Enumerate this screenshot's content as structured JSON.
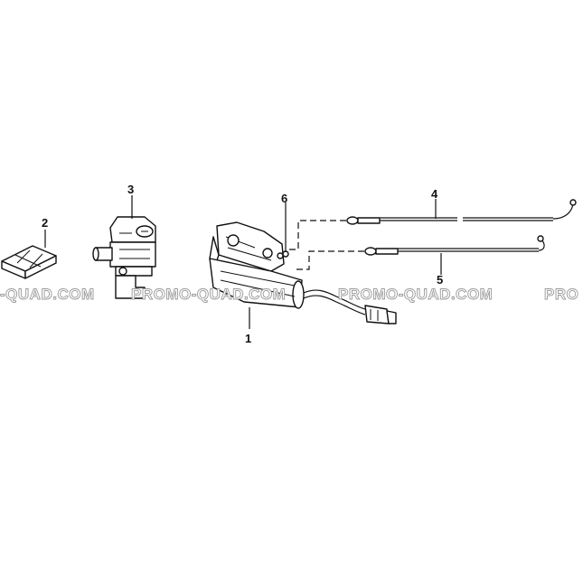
{
  "callouts": {
    "c1": "1",
    "c2": "2",
    "c3": "3",
    "c4": "4",
    "c5": "5",
    "c6": "6"
  },
  "watermark": {
    "w1": "-QUAD.COM",
    "w2": "PROMO-QUAD.COM",
    "w3": "PROMO-QUAD.COM",
    "w4": "PRO"
  }
}
